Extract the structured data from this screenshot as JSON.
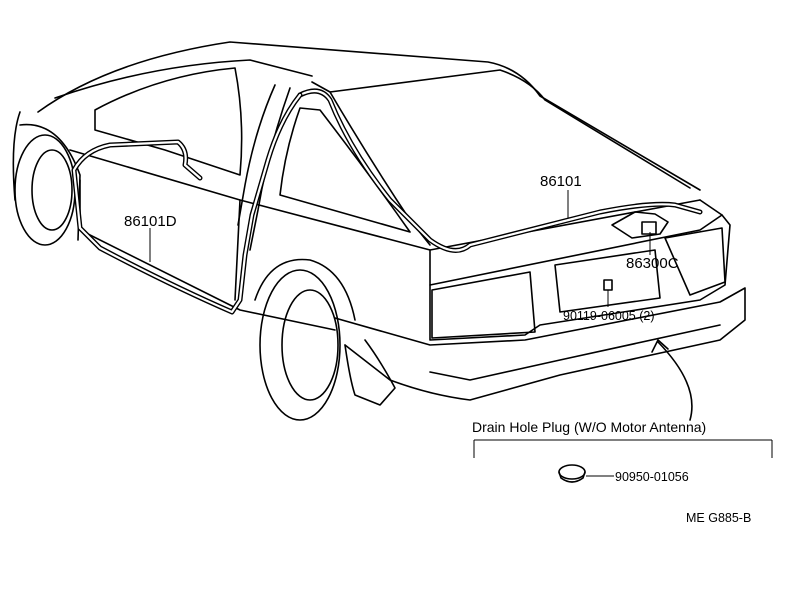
{
  "labels": {
    "harness_roof": "86101",
    "harness_side": "86101D",
    "bracket": "86300C",
    "screw": "90119-06005 (2)",
    "drain_caption": "Drain Hole Plug (W/O Motor Antenna)",
    "plug_part": "90950-01056",
    "figure_code": "ME  G885-B"
  }
}
